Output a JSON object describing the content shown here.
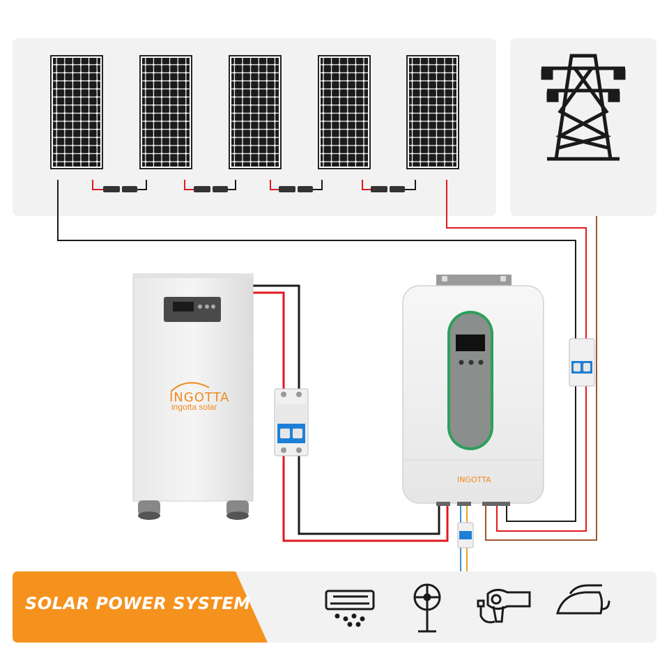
{
  "banner": {
    "title": "SOLAR POWER SYSTEM",
    "color": "#f5921e"
  },
  "battery": {
    "brand": "INGOTTA",
    "brand_sub": "ingotta solar"
  },
  "inverter": {
    "brand": "INGOTTA"
  },
  "colors": {
    "panel_background": "#f2f2f2",
    "wire_positive": "#e0191f",
    "wire_negative": "#1a1a1a",
    "wire_grid": "#a0522d",
    "wire_blue": "#3a8fd6",
    "breaker_blue": "#1e7fd6",
    "inverter_green": "#2e9e5a",
    "accent": "#f08a1c"
  },
  "appliances": [
    {
      "icon": "air-conditioner-icon"
    },
    {
      "icon": "fan-icon"
    },
    {
      "icon": "hair-dryer-icon"
    },
    {
      "icon": "iron-icon"
    }
  ],
  "grid": {
    "icon": "power-tower-icon"
  }
}
